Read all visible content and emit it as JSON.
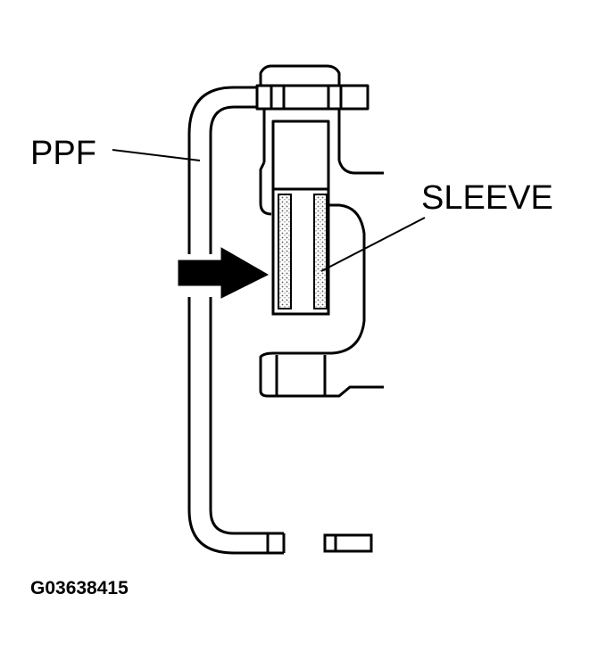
{
  "labels": {
    "ppf": "PPF",
    "sleeve": "SLEEVE",
    "figure_id": "G03638415"
  },
  "colors": {
    "ink": "#000000",
    "paper": "#ffffff",
    "stipple": "#7a7a7a"
  }
}
